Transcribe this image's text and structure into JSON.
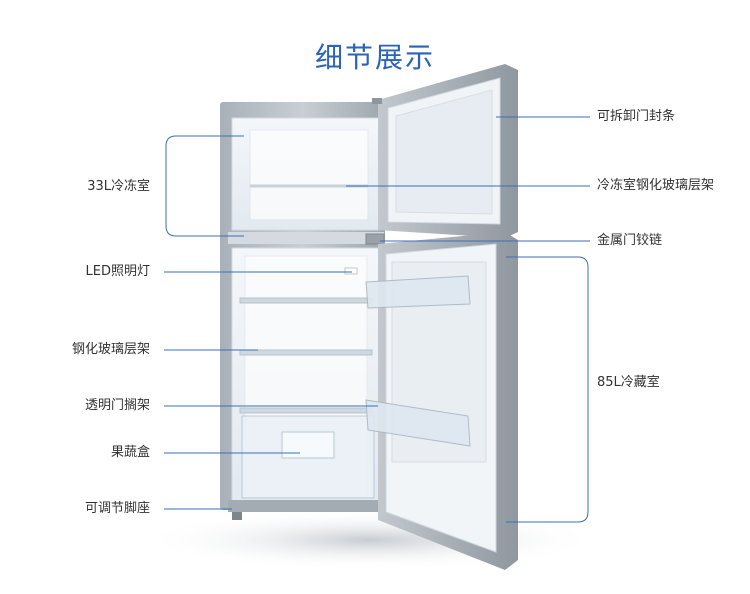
{
  "page_title": "细节展示",
  "callouts": {
    "left": [
      "33L冷冻室",
      "LED照明灯",
      "钢化玻璃层架",
      "透明门搁架",
      "果蔬盒",
      "可调节脚座"
    ],
    "right": [
      "可拆卸门封条",
      "冷冻室钢化玻璃层架",
      "金属门铰链",
      "85L冷藏室"
    ]
  },
  "colors": {
    "title": "#2a63b8",
    "leader_line": "#3a6fb8",
    "cabinet": "#b8bec5",
    "interior": "#eef3f7"
  }
}
